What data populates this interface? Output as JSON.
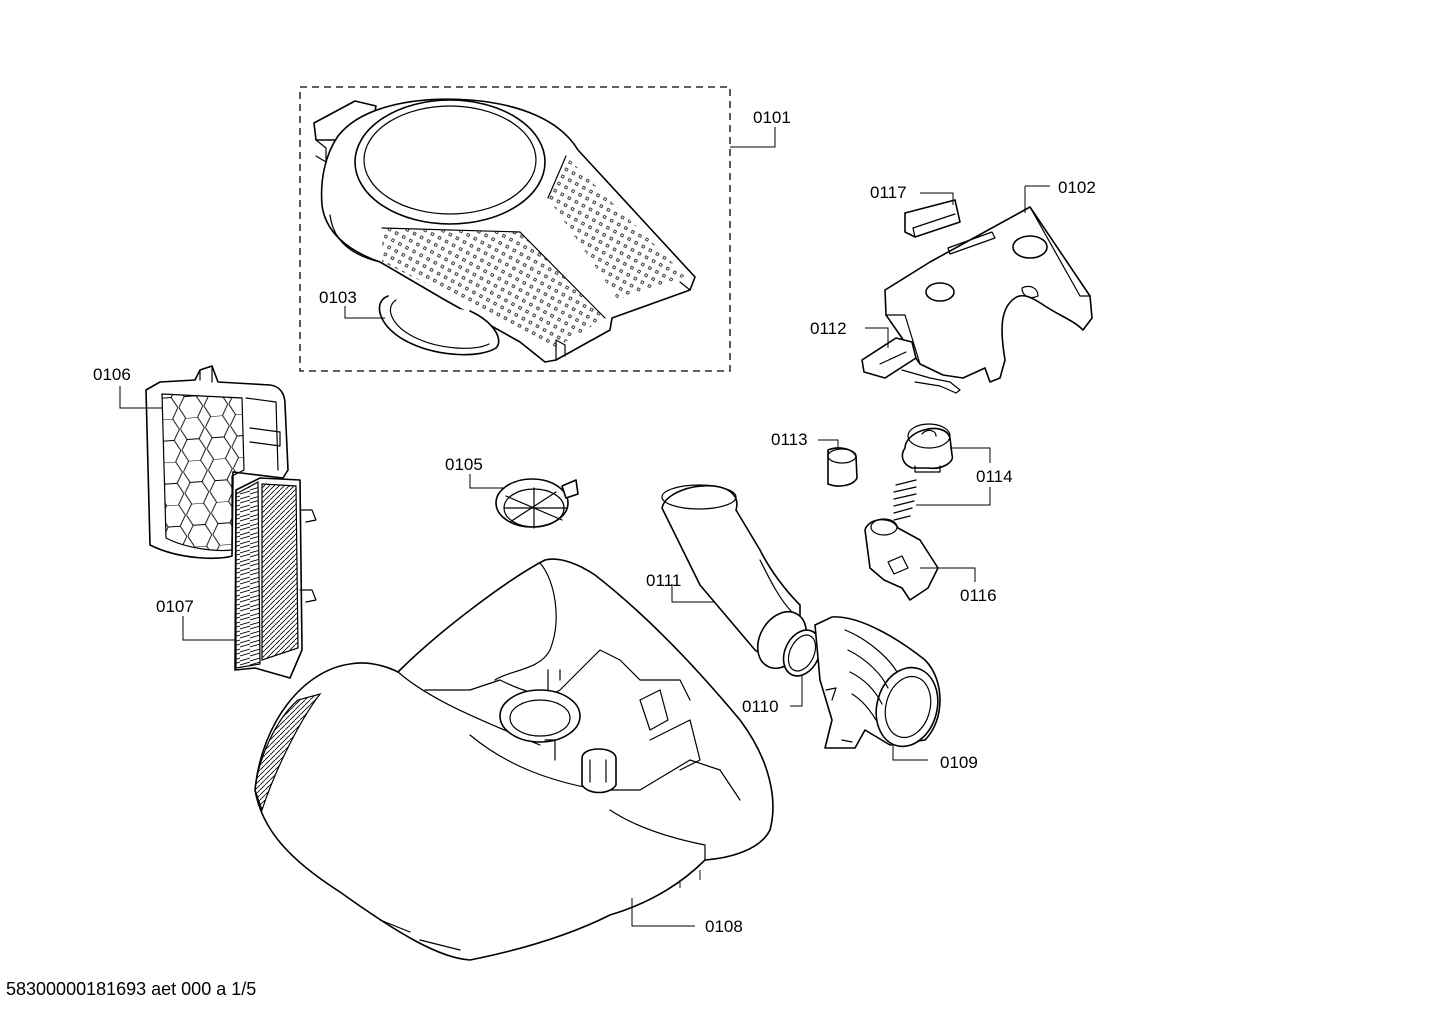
{
  "diagram": {
    "labels": {
      "p0101": "0101",
      "p0102": "0102",
      "p0103": "0103",
      "p0105": "0105",
      "p0106": "0106",
      "p0107": "0107",
      "p0108": "0108",
      "p0109": "0109",
      "p0110": "0110",
      "p0111": "0111",
      "p0112": "0112",
      "p0113": "0113",
      "p0114": "0114",
      "p0116": "0116",
      "p0117": "0117"
    }
  },
  "footer": {
    "document_id": "58300000181693 aet 000 a 1/5"
  }
}
